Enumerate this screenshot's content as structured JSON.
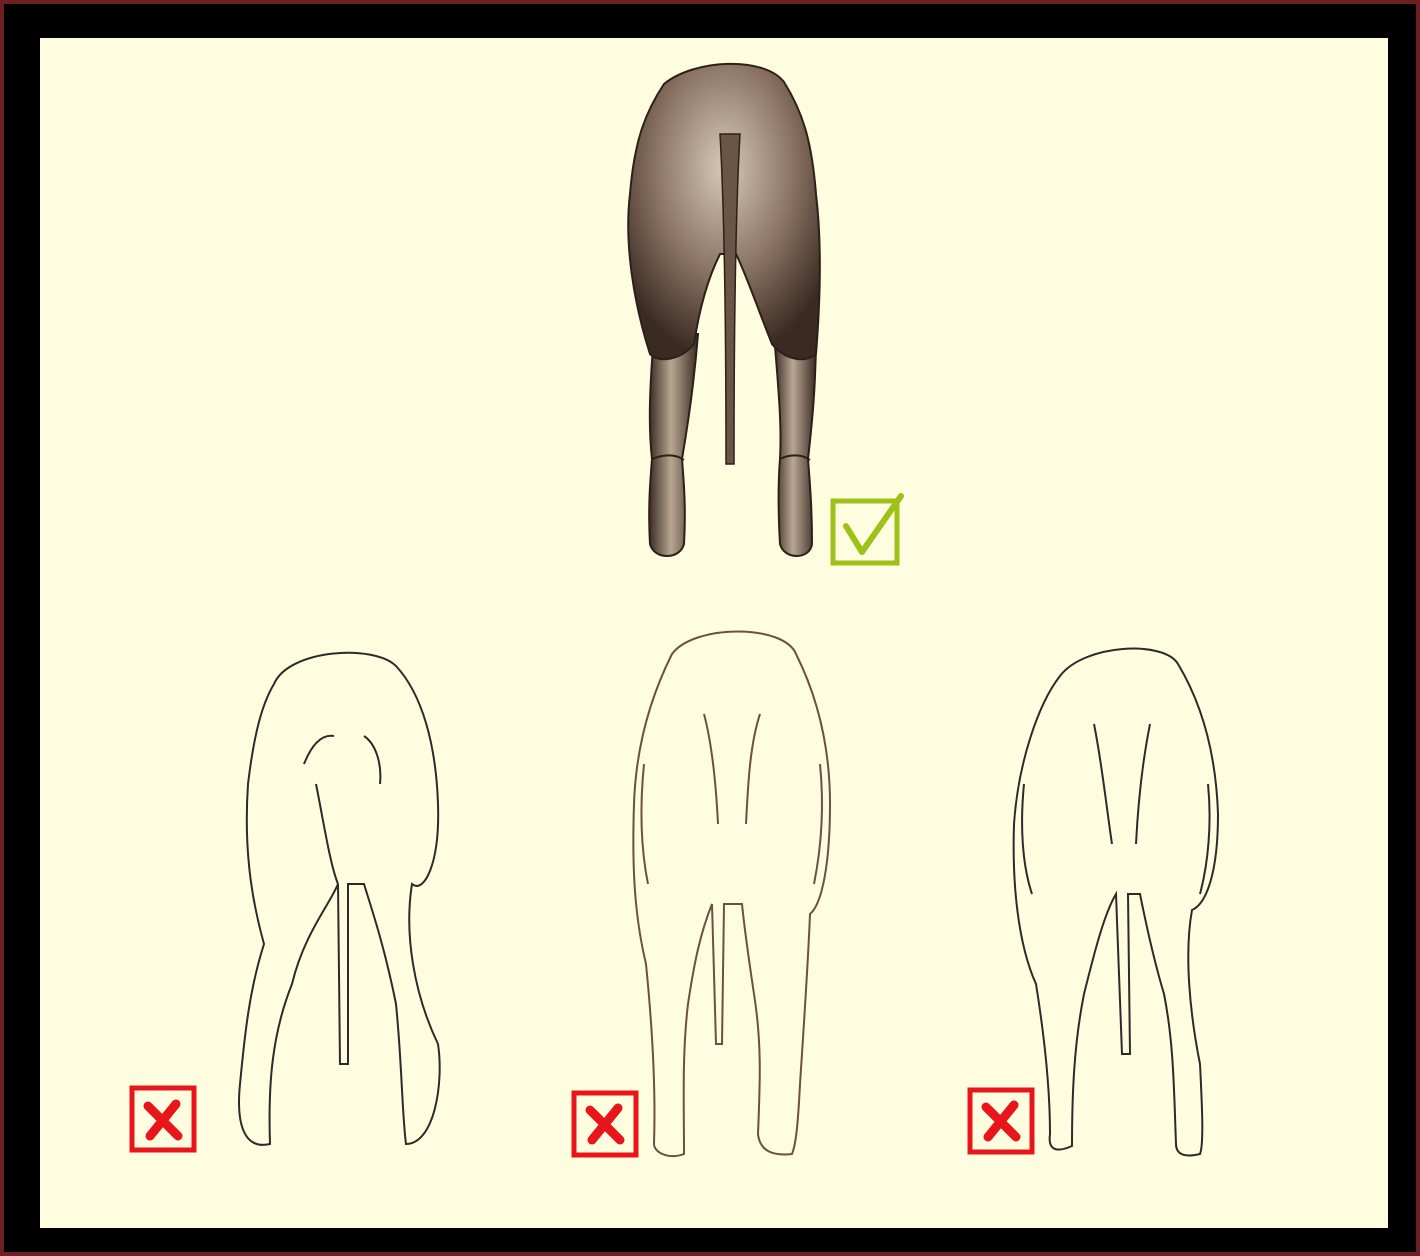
{
  "figure": {
    "background_color": "#fffde0",
    "frame_color": "#000000",
    "border_color": "#6e1f1f",
    "views": [
      {
        "id": "correct",
        "verdict": "correct",
        "icon": "checkmark-icon",
        "icon_color": "#9cc21a",
        "style": "shaded"
      },
      {
        "id": "faulty-1",
        "verdict": "incorrect",
        "icon": "cross-icon",
        "icon_color": "#e8151b",
        "style": "outline"
      },
      {
        "id": "faulty-2",
        "verdict": "incorrect",
        "icon": "cross-icon",
        "icon_color": "#e8151b",
        "style": "outline"
      },
      {
        "id": "faulty-3",
        "verdict": "incorrect",
        "icon": "cross-icon",
        "icon_color": "#e8151b",
        "style": "outline"
      }
    ]
  }
}
